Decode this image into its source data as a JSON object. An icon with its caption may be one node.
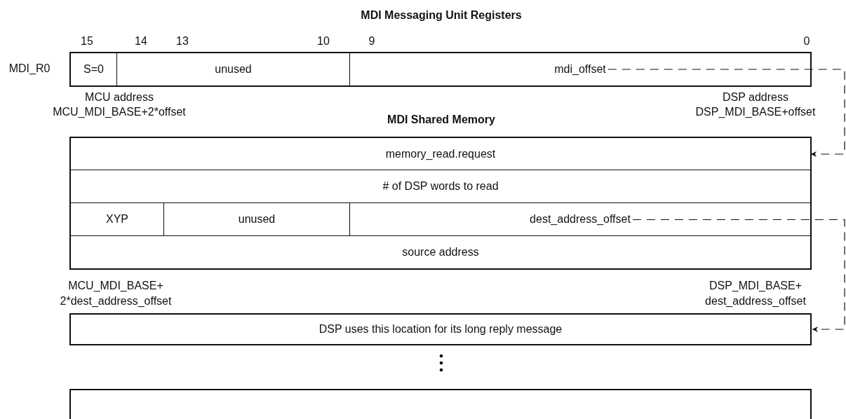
{
  "diagram": {
    "title": "MDI Messaging Unit Registers",
    "nodes": [
      {
        "text": [],
        "shape": "box",
        "beside": [
          "MDI_R0"
        ]
      },
      {
        "text": [
          "S=0"
        ],
        "in": 0
      },
      {
        "text": [
          "unused"
        ],
        "in": 0
      },
      {
        "text": [
          "mdi_offset"
        ],
        "in": 0
      },
      {
        "text": [],
        "shape": "box"
      },
      {
        "text": [
          "memory_read.request"
        ],
        "in": 4
      },
      {
        "text": [
          "# of DSP words to read"
        ],
        "in": 4
      },
      {
        "text": [
          "XYP"
        ],
        "in": 4
      },
      {
        "text": [
          "unused"
        ],
        "in": 4
      },
      {
        "text": [
          "dest_address_offset"
        ],
        "in": 4
      },
      {
        "text": [
          "source address"
        ],
        "in": 4
      },
      {
        "text": [
          "DSP uses this location for its long reply message"
        ]
      },
      {
        "text": [],
        "shape": "box"
      }
    ],
    "edges": [
      {
        "from": 3,
        "to": 5,
        "arrow": "to",
        "style": "dashed"
      },
      {
        "from": 9,
        "to": 11,
        "arrow": "to",
        "style": "dashed"
      }
    ],
    "labels": [
      "15",
      "14",
      "13",
      "10",
      "9",
      "0",
      "MCU address",
      "MCU_MDI_BASE+2*offset",
      "MDI Shared Memory",
      "DSP address",
      "DSP_MDI_BASE+offset",
      "MCU_MDI_BASE+",
      "2*dest_address_offset",
      "DSP_MDI_BASE+",
      "dest_address_offset"
    ]
  }
}
